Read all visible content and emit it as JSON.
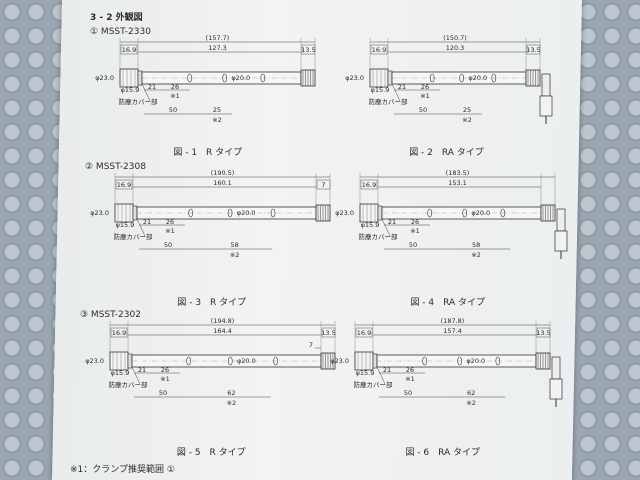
{
  "section_title": "3 - 2 外観図",
  "footnote": "※1：クランプ推奨範囲 ①",
  "models": [
    {
      "label": "① MSST-2330",
      "figs": [
        {
          "caption": "図 - 1　R タイプ",
          "dims": {
            "overall": "(157.7)",
            "body": "127.3",
            "left": "16.9",
            "right": "13.5",
            "a": "21",
            "b": "26",
            "c": "50",
            "d": "25",
            "dia1": "φ23.0",
            "dia2": "φ15.9",
            "dia3": "φ20.0",
            "cover": "防塵カバー部",
            "n1": "※1",
            "n2": "※2"
          }
        },
        {
          "caption": "図 - 2　RA タイプ",
          "dims": {
            "overall": "(150.7)",
            "body": "120.3",
            "left": "16.9",
            "right": "13.5",
            "a": "21",
            "b": "26",
            "c": "50",
            "d": "25",
            "dia1": "φ23.0",
            "dia2": "φ15.9",
            "dia3": "φ20.0",
            "cover": "防塵カバー部",
            "n1": "※1",
            "n2": "※2"
          }
        }
      ]
    },
    {
      "label": "② MSST-2308",
      "figs": [
        {
          "caption": "図 - 3　R タイプ",
          "dims": {
            "overall": "(190.5)",
            "body": "160.1",
            "left": "16.9",
            "right": "7",
            "a": "21",
            "b": "26",
            "c": "50",
            "d": "58",
            "dia1": "φ23.0",
            "dia2": "φ15.9",
            "dia3": "φ20.0",
            "cover": "防塵カバー部",
            "n1": "※1",
            "n2": "※2"
          }
        },
        {
          "caption": "図 - 4　RA タイプ",
          "dims": {
            "overall": "(183.5)",
            "body": "153.1",
            "left": "16.9",
            "right": "",
            "a": "21",
            "b": "26",
            "c": "50",
            "d": "58",
            "dia1": "φ23.0",
            "dia2": "φ15.9",
            "dia3": "φ20.0",
            "cover": "防塵カバー部",
            "n1": "※1",
            "n2": "※2"
          }
        }
      ]
    },
    {
      "label": "③ MSST-2302",
      "figs": [
        {
          "caption": "図 - 5　R タイプ",
          "dims": {
            "overall": "(194.8)",
            "body": "164.4",
            "left": "16.9",
            "right": "13.5",
            "a": "21",
            "b": "26",
            "c": "50",
            "d": "62",
            "dia1": "φ23.0",
            "dia2": "φ15.9",
            "dia3": "φ20.0",
            "cover": "防塵カバー部",
            "n1": "※1",
            "n2": "※2",
            "extra": "7"
          }
        },
        {
          "caption": "図 - 6　RA タイプ",
          "dims": {
            "overall": "(187.8)",
            "body": "157.4",
            "left": "16.9",
            "right": "13.5",
            "a": "21",
            "b": "26",
            "c": "50",
            "d": "62",
            "dia1": "φ23.0",
            "dia2": "φ15.9",
            "dia3": "φ20.0",
            "cover": "防塵カバー部",
            "n1": "※1",
            "n2": "※2"
          }
        }
      ]
    }
  ]
}
